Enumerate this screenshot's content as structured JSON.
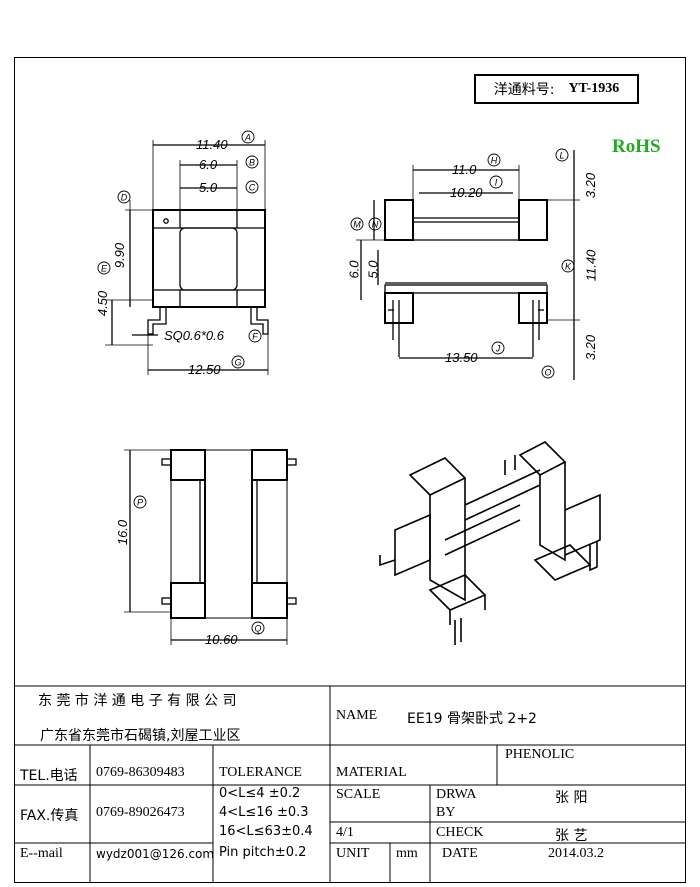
{
  "part": {
    "label": "洋通料号:",
    "number": "YT-1936"
  },
  "rohs": "RoHS",
  "dims": {
    "a": "11.40",
    "b": "6.0",
    "c": "5.0",
    "d_len": "9.90",
    "e_len": "4.50",
    "sq": "SQ0.6*0.6",
    "g": "12.50",
    "h": "11.0",
    "i": "10.20",
    "m": "6.0",
    "n": "5.0",
    "l": "3.20",
    "k": "11.40",
    "j": "13.50",
    "o": "3.20",
    "p": "16.0",
    "q": "10.60"
  },
  "callouts": {
    "a": "A",
    "b": "B",
    "c": "C",
    "d": "D",
    "e": "E",
    "f": "F",
    "g": "G",
    "h": "H",
    "i": "I",
    "j": "J",
    "k": "K",
    "l": "L",
    "m": "M",
    "n": "N",
    "o": "O",
    "p": "P",
    "q": "Q"
  },
  "title_block": {
    "company": "东 莞 市 洋 通 电 子 有 限 公 司",
    "address": "广东省东莞市石碣镇,刘屋工业区",
    "name_label": "NAME",
    "name_value": "EE19 骨架卧式 2+2",
    "tel_label": "TEL.电话",
    "tel_value": "0769-86309483",
    "tolerance_label": "TOLERANCE",
    "material_label": "MATERIAL",
    "material_value": "PHENOLIC",
    "fax_label": "FAX.传真",
    "fax_value": "0769-89026473",
    "tol1": "0<L≤4   ±0.2",
    "tol2": "4<L≤16  ±0.3",
    "tol3": "16<L≤63±0.4",
    "tol4": "Pin pitch±0.2",
    "scale_label": "SCALE",
    "scale_value": "4/1",
    "drawn_label1": "DRWA",
    "drawn_label2": "BY",
    "drawn_value": "张 阳",
    "check_label": "CHECK",
    "check_value": "张 艺",
    "email_label": "E--mail",
    "email_value": "wydz001@126.com",
    "unit_label": "UNIT",
    "unit_value": "mm",
    "date_label": "DATE",
    "date_value": "2014.03.2"
  }
}
